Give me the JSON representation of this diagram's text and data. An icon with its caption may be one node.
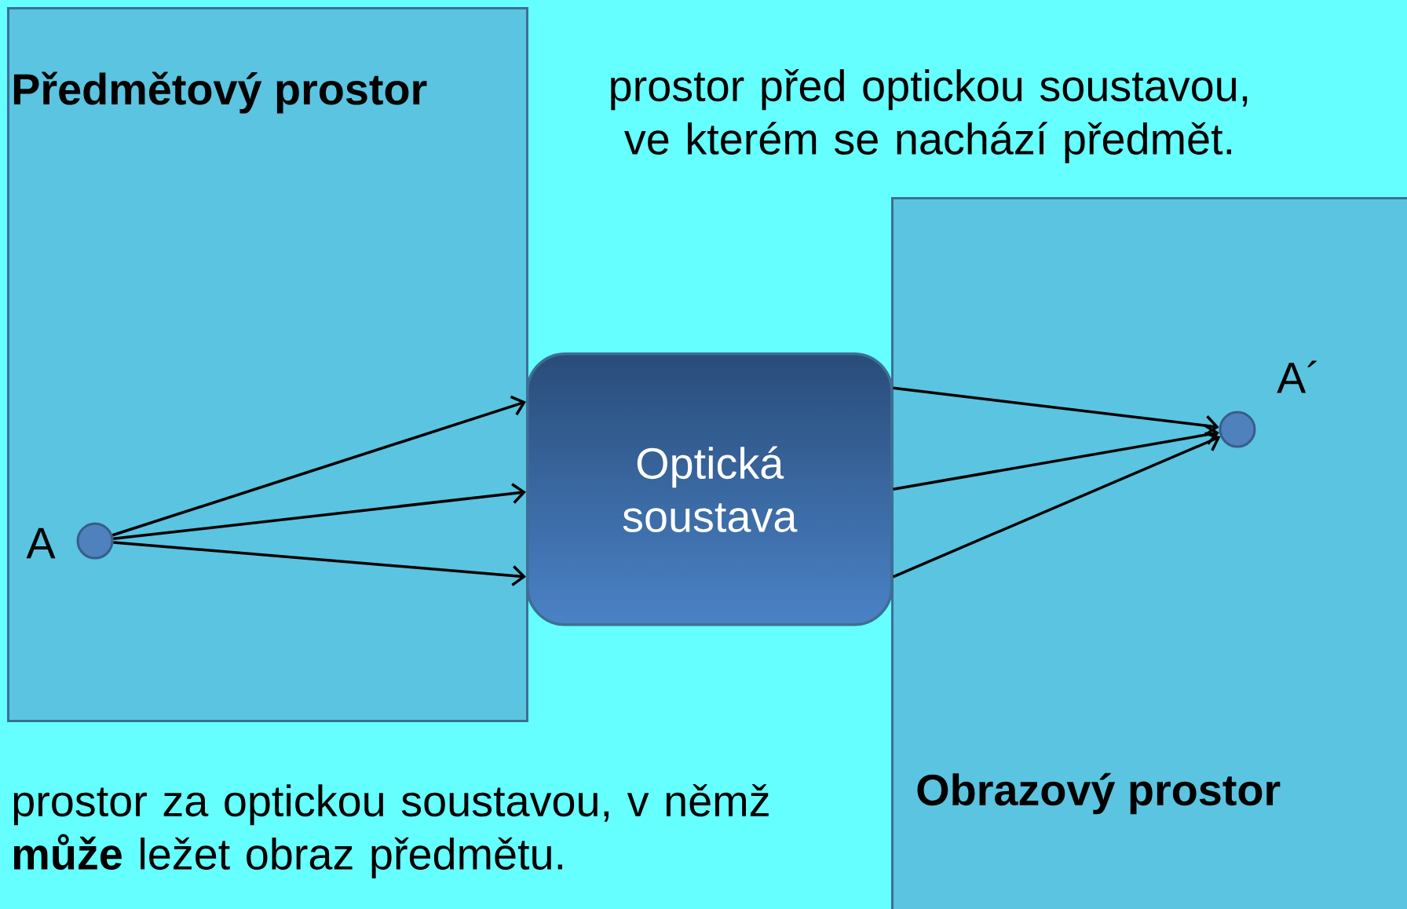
{
  "diagram": {
    "nodes": [
      {
        "text": [
          "Předmětový prostor"
        ]
      },
      {
        "text": [
          "Obrazový prostor"
        ]
      },
      {
        "text": [
          "Optická soustava"
        ]
      },
      {
        "text": [],
        "shape": "circle",
        "in": 0,
        "beside": [
          "A"
        ]
      },
      {
        "text": [],
        "shape": "circle",
        "in": 1,
        "beside": [
          "A´"
        ]
      }
    ],
    "edges": [
      {
        "from": 3,
        "to": 2,
        "arrow": "to"
      },
      {
        "from": 3,
        "to": 2,
        "arrow": "to"
      },
      {
        "from": 3,
        "to": 2,
        "arrow": "to"
      },
      {
        "from": 2,
        "to": 4,
        "arrow": "to"
      },
      {
        "from": 2,
        "to": 4,
        "arrow": "to"
      },
      {
        "from": 2,
        "to": 4,
        "arrow": "to"
      }
    ],
    "labels": [
      "prostor před optickou soustavou, ve kterém se nachází předmět.",
      "prostor za optickou soustavou, v němž **může** ležet obraz předmětu."
    ]
  }
}
